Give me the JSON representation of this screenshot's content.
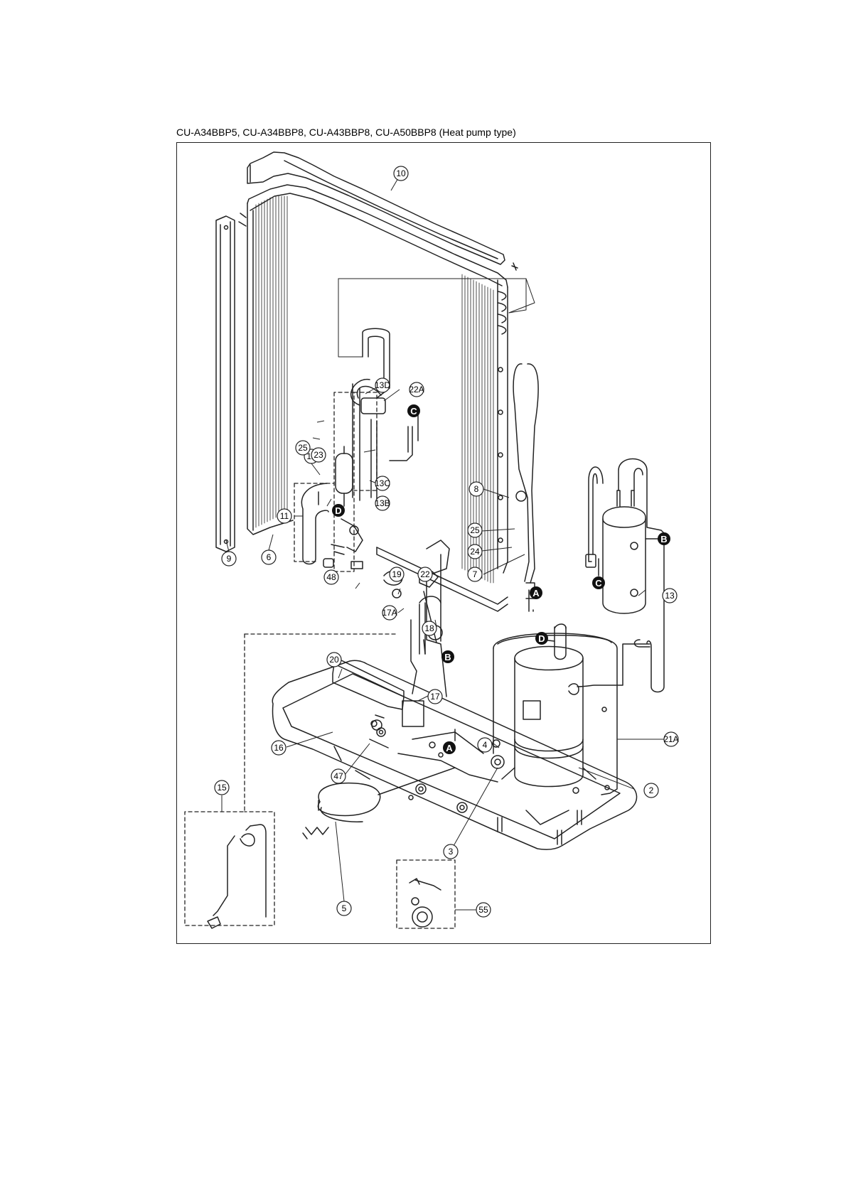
{
  "caption": "CU-A34BBP5, CU-A34BBP8, CU-A43BBP8, CU-A50BBP8 (Heat pump type)",
  "callouts": {
    "c2": "2",
    "c3": "3",
    "c4": "4",
    "c5": "5",
    "c6": "6",
    "c7": "7",
    "c8": "8",
    "c9": "9",
    "c10": "10",
    "c11": "11",
    "c12": "12",
    "c13": "13",
    "c13B": "13B",
    "c13C": "13C",
    "c13D": "13D",
    "c15": "15",
    "c16": "16",
    "c17": "17",
    "c17A": "17A",
    "c18": "18",
    "c19": "19",
    "c20": "20",
    "c21A": "21A",
    "c22": "22",
    "c22A": "22A",
    "c23": "23",
    "c24": "24",
    "c25a": "25",
    "c25b": "25",
    "c47": "47",
    "c48": "48",
    "c55": "55"
  },
  "connectors": {
    "A": "A",
    "B": "B",
    "C": "C",
    "D": "D"
  }
}
